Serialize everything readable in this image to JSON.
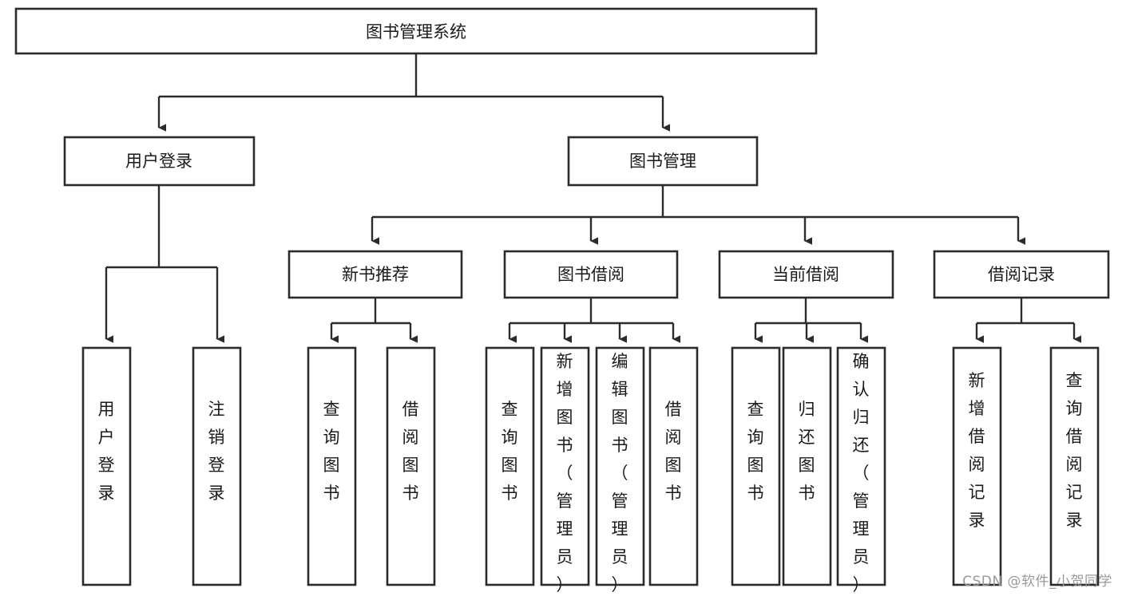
{
  "diagram": {
    "title": "图书管理系统",
    "type": "tree-hierarchy-diagram",
    "orientation": "top-down",
    "watermark": "CSDN @软件_小贺同学",
    "colors": {
      "box_fill": "#ffffff",
      "box_stroke": "#2b2b2b",
      "edge": "#2b2b2b",
      "text": "#1a1a1a",
      "watermark": "#9a9a9a",
      "background": "#ffffff"
    },
    "nodes": {
      "root": {
        "label": "图书管理系统",
        "level": 0
      },
      "l1": [
        {
          "id": "user-login",
          "label": "用户登录",
          "level": 1
        },
        {
          "id": "book-manage",
          "label": "图书管理",
          "level": 1
        }
      ],
      "l2": [
        {
          "id": "new-book-rec",
          "label": "新书推荐",
          "level": 2,
          "parent": "book-manage"
        },
        {
          "id": "book-borrow",
          "label": "图书借阅",
          "level": 2,
          "parent": "book-manage"
        },
        {
          "id": "current-borrow",
          "label": "当前借阅",
          "level": 2,
          "parent": "book-manage"
        },
        {
          "id": "borrow-record",
          "label": "借阅记录",
          "level": 2,
          "parent": "book-manage"
        }
      ],
      "leaves": [
        {
          "id": "leaf-user-login",
          "label": "用户登录",
          "parent": "user-login"
        },
        {
          "id": "leaf-user-logout",
          "label": "注销登录",
          "parent": "user-login"
        },
        {
          "id": "leaf-query-book-1",
          "label": "查询图书",
          "parent": "new-book-rec"
        },
        {
          "id": "leaf-borrow-book-1",
          "label": "借阅图书",
          "parent": "new-book-rec"
        },
        {
          "id": "leaf-query-book-2",
          "label": "查询图书",
          "parent": "book-borrow"
        },
        {
          "id": "leaf-add-book",
          "label": "新增图书（管理员）",
          "parent": "book-borrow"
        },
        {
          "id": "leaf-edit-book",
          "label": "编辑图书（管理员）",
          "parent": "book-borrow"
        },
        {
          "id": "leaf-borrow-book-2",
          "label": "借阅图书",
          "parent": "book-borrow"
        },
        {
          "id": "leaf-query-book-3",
          "label": "查询图书",
          "parent": "current-borrow"
        },
        {
          "id": "leaf-return-book",
          "label": "归还图书",
          "parent": "current-borrow"
        },
        {
          "id": "leaf-confirm-return",
          "label": "确认归还（管理员）",
          "parent": "current-borrow"
        },
        {
          "id": "leaf-add-record",
          "label": "新增借阅记录",
          "parent": "borrow-record"
        },
        {
          "id": "leaf-query-record",
          "label": "查询借阅记录",
          "parent": "borrow-record"
        }
      ]
    }
  }
}
